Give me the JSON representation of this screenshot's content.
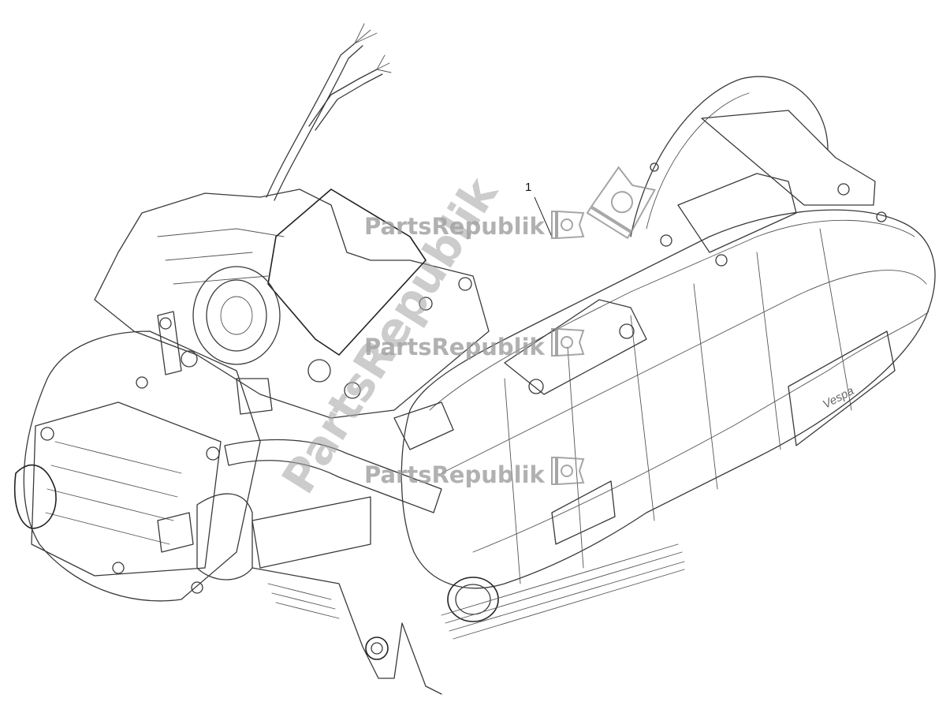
{
  "diagram": {
    "part_callout": "1",
    "badge_text": "Vespa"
  },
  "watermark": {
    "brand": "PartsRepublik",
    "brand_diagonal": "PartsRepublik"
  }
}
